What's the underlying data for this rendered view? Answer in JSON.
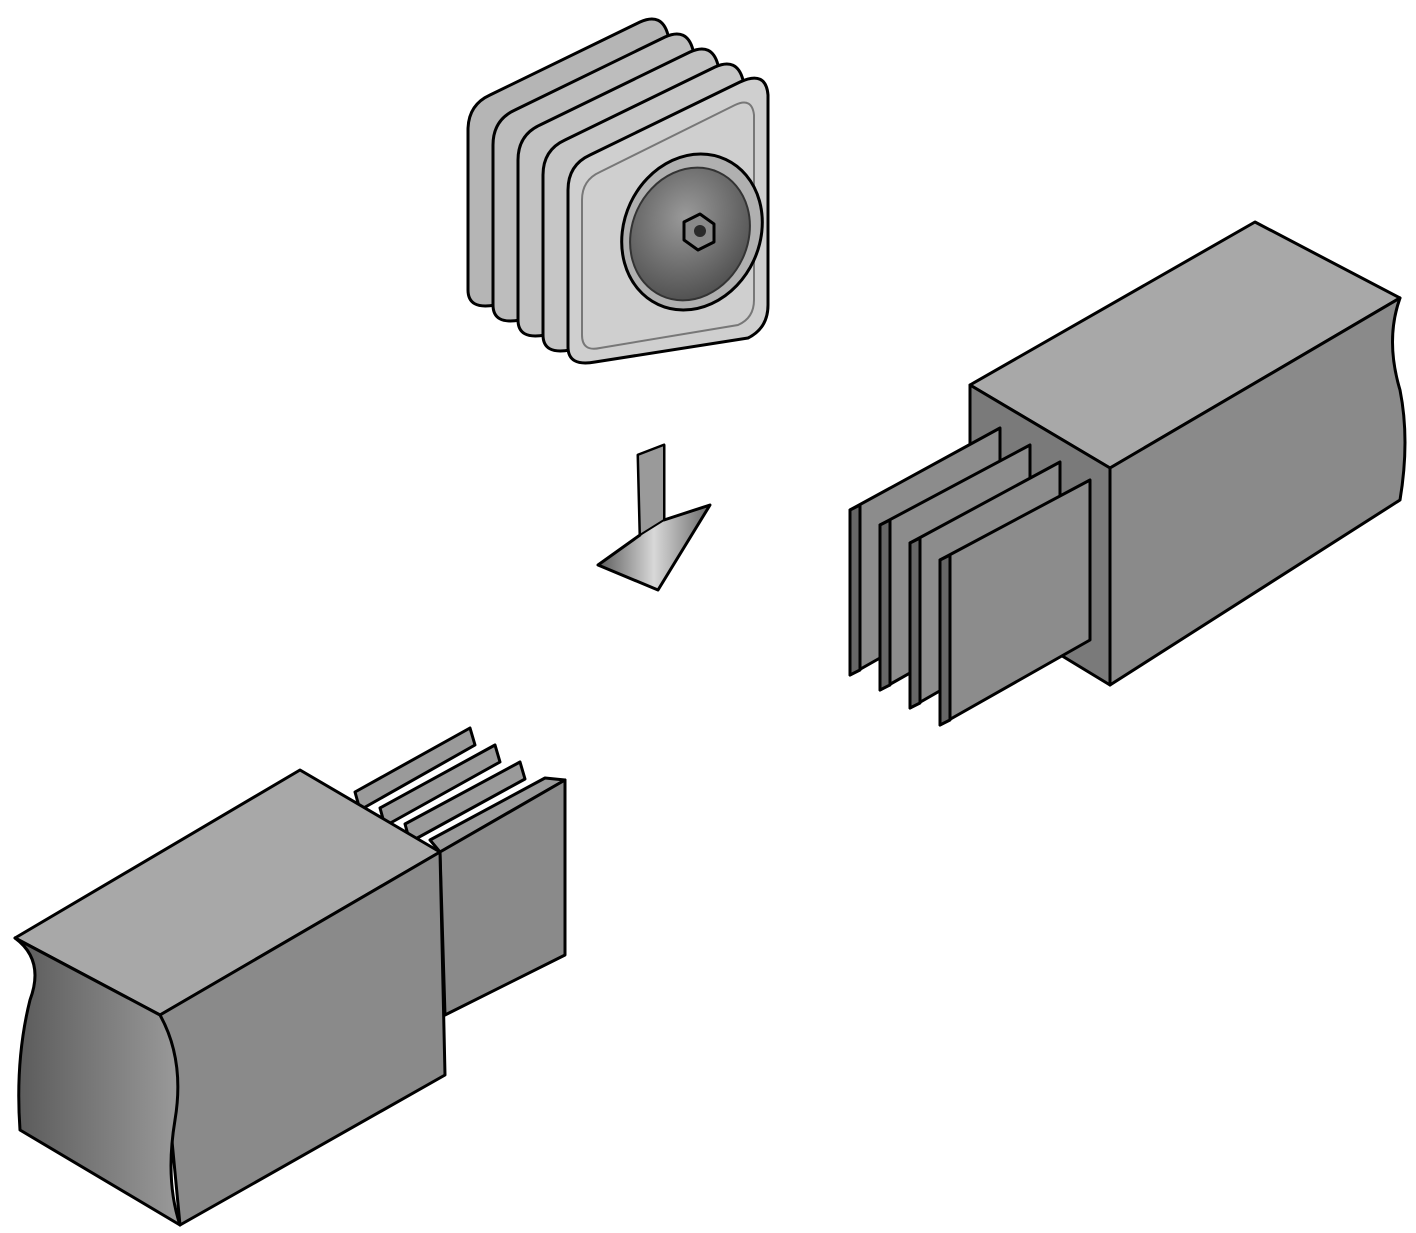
{
  "figure": {
    "colors": {
      "background": "#ffffff",
      "housing_top": "#a6a6a6",
      "housing_side": "#8a8a8a",
      "housing_dark": "#6f6f6f",
      "plate": "#8c8c8c",
      "joint_face": "#c8c8c8",
      "outline": "#000000"
    },
    "icons": [
      "joint-pack",
      "insert-arrow",
      "busway-section-right",
      "busway-section-left"
    ]
  }
}
